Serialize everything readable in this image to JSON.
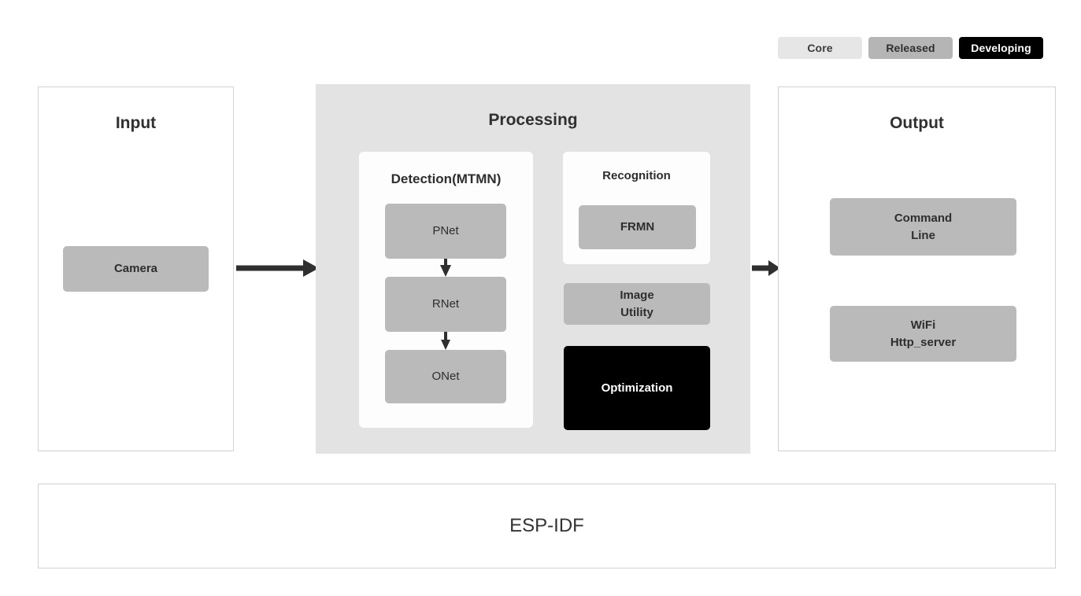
{
  "legend": {
    "items": [
      {
        "label": "Core",
        "color": "#e6e6e6",
        "text_color": "#3b3b3b"
      },
      {
        "label": "Released",
        "color": "#b5b5b5",
        "text_color": "#2f2f2f"
      },
      {
        "label": "Developing",
        "color": "#000000",
        "text_color": "#ffffff"
      }
    ]
  },
  "stages": {
    "input": {
      "title": "Input",
      "blocks": [
        {
          "label": "Camera",
          "status": "Released"
        }
      ]
    },
    "processing": {
      "title": "Processing",
      "detection": {
        "title": "Detection(MTMN)",
        "blocks": [
          {
            "label": "PNet",
            "status": "Released"
          },
          {
            "label": "RNet",
            "status": "Released"
          },
          {
            "label": "ONet",
            "status": "Released"
          }
        ]
      },
      "recognition": {
        "title": "Recognition",
        "blocks": [
          {
            "label": "FRMN",
            "status": "Released"
          }
        ]
      },
      "extras": [
        {
          "label_line1": "Image",
          "label_line2": "Utility",
          "status": "Released"
        },
        {
          "label": "Optimization",
          "status": "Developing"
        }
      ]
    },
    "output": {
      "title": "Output",
      "blocks": [
        {
          "label_line1": "Command",
          "label_line2": "Line",
          "status": "Released"
        },
        {
          "label_line1": "WiFi",
          "label_line2": "Http_server",
          "status": "Released"
        }
      ]
    }
  },
  "foundation": {
    "label": "ESP-IDF"
  },
  "flow": {
    "arrows": [
      {
        "name": "input-to-processing",
        "direction": "right"
      },
      {
        "name": "processing-to-output",
        "direction": "right"
      },
      {
        "name": "pnet-to-rnet",
        "direction": "down"
      },
      {
        "name": "rnet-to-onet",
        "direction": "down"
      }
    ]
  },
  "colors": {
    "released_block": "#bababa",
    "developing_block": "#000000",
    "processing_panel": "#e3e3e3",
    "stage_border": "#d2d2d2",
    "arrow": "#2f2f2f"
  }
}
